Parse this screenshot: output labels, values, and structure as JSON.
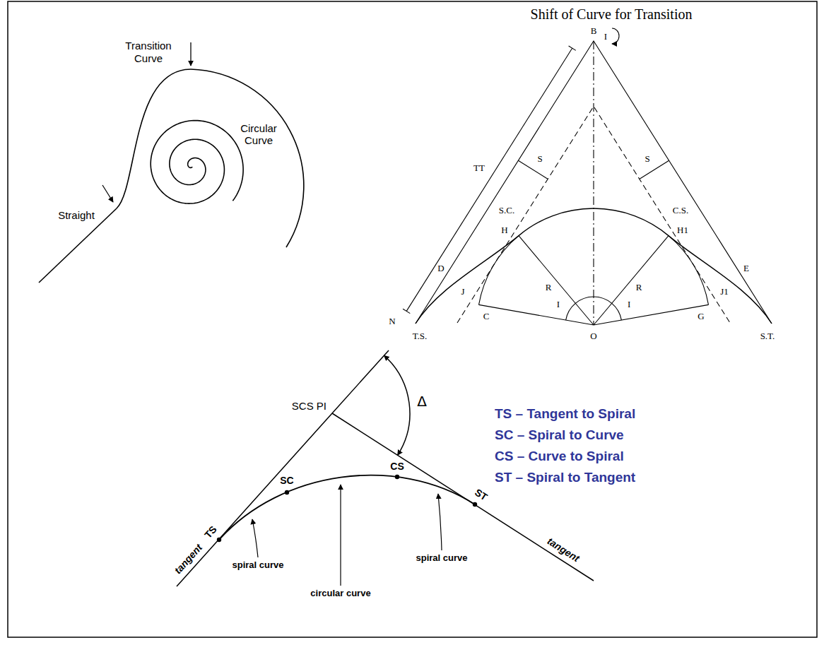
{
  "diagram": {
    "title": "Shift of Curve for Transition",
    "labels": [
      "Transition Curve",
      "Circular Curve",
      "Straight",
      "B",
      "I",
      "TT",
      "S",
      "S",
      "S.C.",
      "C.S.",
      "H",
      "H1",
      "D",
      "J",
      "C",
      "R",
      "R",
      "I",
      "I",
      "G",
      "J1",
      "E",
      "N",
      "T.S.",
      "O",
      "S.T.",
      "SCS PI",
      "Δ",
      "TS – Tangent to Spiral",
      "SC – Spiral to Curve",
      "CS – Curve to Spiral",
      "ST – Spiral to Tangent",
      "TS",
      "SC",
      "CS",
      "ST",
      "spiral curve",
      "circular curve",
      "spiral curve",
      "tangent",
      "tangent"
    ]
  }
}
